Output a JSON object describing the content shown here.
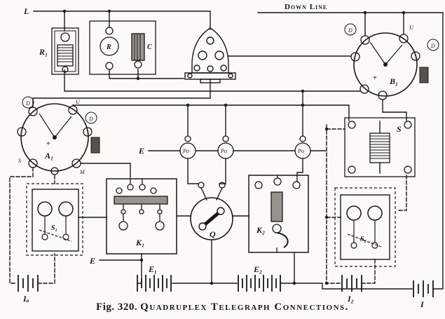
{
  "figure": {
    "fig_label": "Fig. 320.",
    "title": "Quadruplex Telegraph Connections."
  },
  "colors": {
    "ink": "#181715",
    "paper": "#fbfaf6"
  },
  "top": {
    "line_terminal": "L",
    "down_line": "Down Line"
  },
  "components": {
    "r1": {
      "label": "R₁"
    },
    "rheostat_condenser": {
      "r": "R",
      "c": "C"
    },
    "b1": {
      "label": "B₁",
      "plus": "+",
      "t1": "D",
      "t2": "U",
      "t3": "D"
    },
    "a1": {
      "label": "A₁",
      "plus": "+",
      "t1": "D",
      "t2": "U",
      "t3": "D",
      "t4": "S",
      "t5": "M"
    },
    "po1": "Po",
    "po2": "Po",
    "po3": "Po",
    "e_top": "E",
    "e_bottom": "E",
    "s": "S",
    "s1": "S₁",
    "s2": "S₂",
    "k1": "K₁",
    "k2": "K₂",
    "q": "Q"
  },
  "batteries": {
    "e1": "E₁",
    "e2": "E₂",
    "ia": "Iₐ",
    "i2": "I₂",
    "i": "I"
  }
}
